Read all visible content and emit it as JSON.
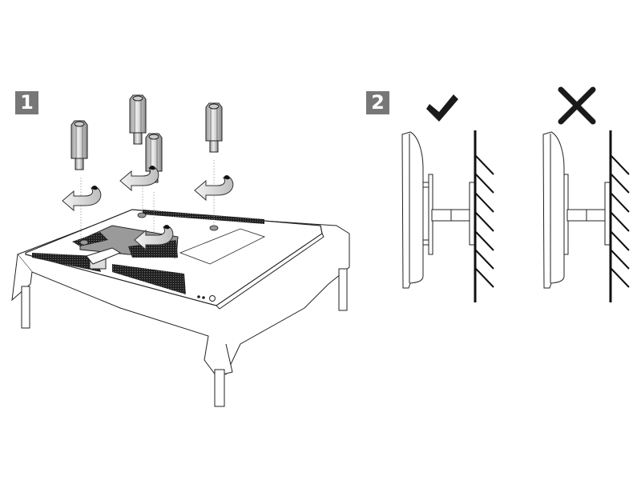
{
  "steps": [
    {
      "number": "1",
      "description": "Screw spacers into the VESA holes on the back of the TV laid face-down on a table"
    },
    {
      "number": "2",
      "description": "Wall mount side view: correct vs incorrect"
    }
  ],
  "step2": {
    "correct": {
      "icon": "checkmark-icon",
      "label": "correct mounting with spacers"
    },
    "incorrect": {
      "icon": "cross-icon",
      "label": "incorrect mounting without spacers"
    }
  },
  "colors": {
    "badge_bg": "#777777",
    "badge_text": "#ffffff",
    "line": "#1a1a1a",
    "panel_gray": "#9a9a9a",
    "vent": "#2a2a2a"
  }
}
